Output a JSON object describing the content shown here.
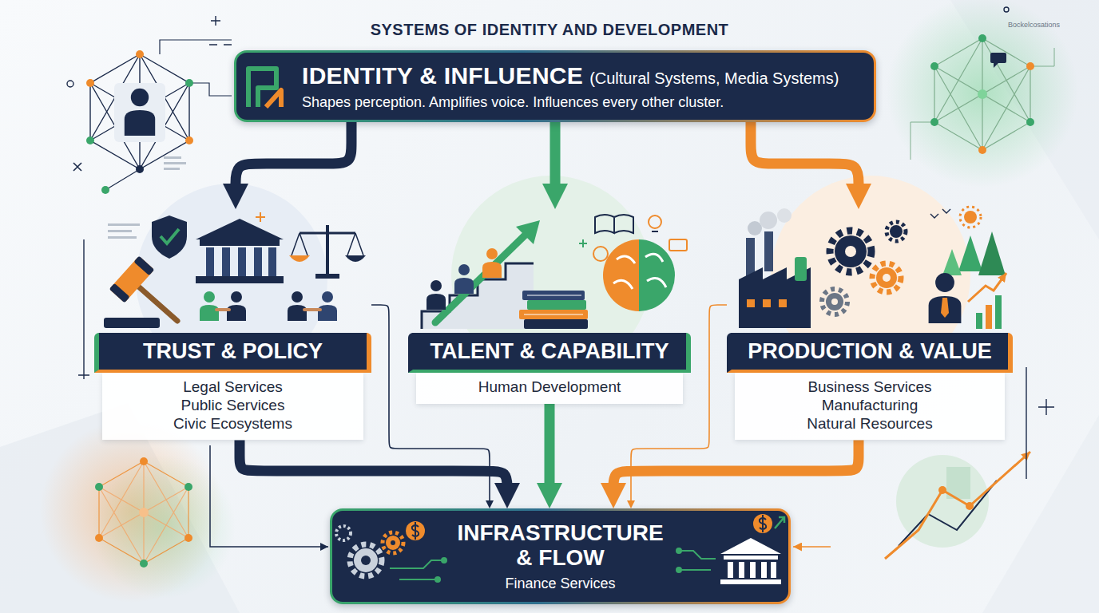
{
  "diagram": {
    "title": "SYSTEMS OF IDENTITY AND DEVELOPMENT",
    "nodes": [
      {
        "text": [
          "IDENTITY & INFLUENCE",
          "(Cultural Systems, Media Systems)",
          "Shapes perception. Amplifies voice. Influences every other cluster."
        ]
      },
      {
        "text": [
          "TRUST & POLICY",
          "Legal Services",
          "Public Services",
          "Civic Ecosystems"
        ]
      },
      {
        "text": [
          "TALENT & CAPABILITY",
          "Human Development"
        ]
      },
      {
        "text": [
          "PRODUCTION & VALUE",
          "Business Services",
          "Manufacturing",
          "Natural Resources"
        ]
      },
      {
        "text": [
          "INFRASTRUCTURE & FLOW",
          "Finance Services"
        ]
      }
    ],
    "edges": [
      {
        "from": 0,
        "to": 1,
        "arrow": "to"
      },
      {
        "from": 0,
        "to": 2,
        "arrow": "to"
      },
      {
        "from": 0,
        "to": 3,
        "arrow": "to"
      },
      {
        "from": 1,
        "to": 4,
        "arrow": "to"
      },
      {
        "from": 2,
        "to": 4,
        "arrow": "to"
      },
      {
        "from": 3,
        "to": 4,
        "arrow": "to"
      },
      {
        "from": 1,
        "to": 4,
        "arrow": "to"
      },
      {
        "from": 3,
        "to": 4,
        "arrow": "to"
      }
    ],
    "labels": [
      "Bockelcosations"
    ]
  }
}
